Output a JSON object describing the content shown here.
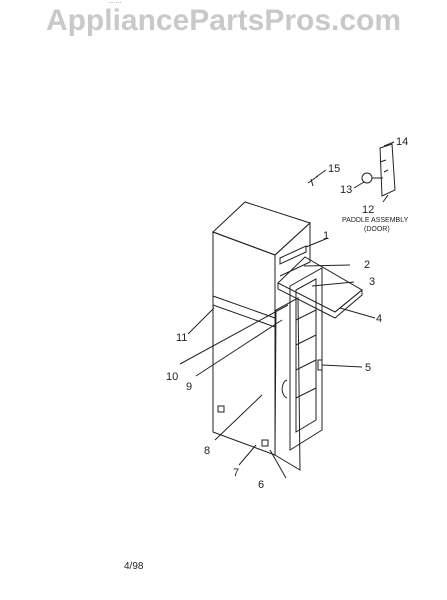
{
  "header": {
    "watermark": "AppliancePartsPros.com",
    "corner_mark": "... ..."
  },
  "diagram": {
    "assembly_label_line1": "PADDLE ASSEMBLY",
    "assembly_label_line2": "(DOOR)",
    "callouts": [
      "1",
      "2",
      "3",
      "4",
      "5",
      "6",
      "7",
      "8",
      "9",
      "10",
      "11",
      "12",
      "13",
      "14",
      "15"
    ]
  },
  "footer": {
    "date_code": "4/98"
  },
  "colors": {
    "watermark": "#c9c9c9",
    "line": "#222222",
    "background": "#ffffff"
  }
}
